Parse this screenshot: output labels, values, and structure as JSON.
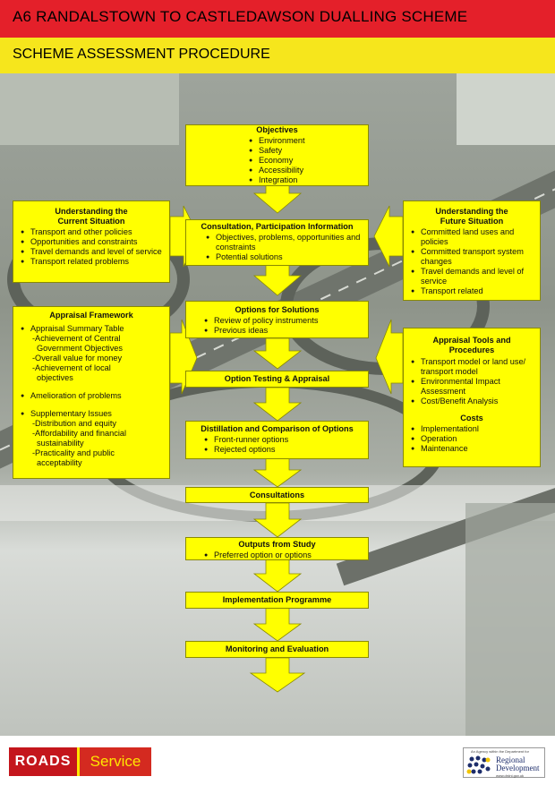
{
  "header": {
    "title": "A6 RANDALSTOWN TO CASTLEDAWSON DUALLING SCHEME",
    "subtitle": "SCHEME ASSESSMENT PROCEDURE"
  },
  "colors": {
    "title_bar": "#e4202a",
    "subtitle_bar": "#f6e61c",
    "box_fill": "#ffff00",
    "arrow_fill": "#ffff00"
  },
  "objectives": {
    "heading": "Objectives",
    "items": [
      "Environment",
      "Safety",
      "Economy",
      "Accessibility",
      "Integration"
    ]
  },
  "consultation": {
    "heading": "Consultation, Participation Information",
    "items": [
      "Objectives, problems, opportunities and constraints",
      "Potential solutions"
    ]
  },
  "current_situation": {
    "heading_1": "Understanding the",
    "heading_2": "Current Situation",
    "items": [
      "Transport and other policies",
      "Opportunities and constraints",
      "Travel demands and level of service",
      "Transport related problems"
    ]
  },
  "future_situation": {
    "heading_1": "Understanding the",
    "heading_2": "Future Situation",
    "items": [
      "Committed land uses and policies",
      "Committed transport system changes",
      "Travel demands and level of service",
      "Transport related"
    ]
  },
  "options": {
    "heading": "Options for Solutions",
    "items": [
      "Review of policy instruments",
      "Previous ideas"
    ]
  },
  "appraisal_framework": {
    "heading": "Appraisal Framework",
    "item_1": "Appraisal Summary Table",
    "sub_1": [
      "-Achievement of Central",
      "Government Objectives",
      "-Overall value for money",
      "-Achievement of local",
      "objectives"
    ],
    "item_2": "Amelioration of problems",
    "item_3": "Supplementary Issues",
    "sub_3": [
      "-Distribution and equity",
      "-Affordability and financial",
      "sustainability",
      "-Practicality and public",
      "acceptability"
    ]
  },
  "appraisal_tools": {
    "heading_1": "Appraisal Tools and",
    "heading_2": "Procedures",
    "items": [
      "Transport model or land use/ transport model",
      "Environmental Impact Assessment",
      "Cost/Benefit Analysis"
    ],
    "costs_heading": "Costs",
    "costs_items": [
      "Implementationl",
      "Operation",
      "Maintenance"
    ]
  },
  "option_testing": {
    "heading": "Option Testing & Appraisal"
  },
  "distillation": {
    "heading": "Distillation and Comparison of Options",
    "items": [
      "Front-runner options",
      "Rejected options"
    ]
  },
  "consultations": {
    "heading": "Consultations"
  },
  "outputs": {
    "heading": "Outputs from Study",
    "items": [
      "Preferred option or options"
    ]
  },
  "implementation": {
    "heading": "Implementation Programme"
  },
  "monitoring": {
    "heading": "Monitoring and Evaluation"
  },
  "footer": {
    "roads_logo_word1": "ROADS",
    "roads_logo_word2": "Service",
    "drd_tagline": "An Agency within the Department for",
    "drd_line1": "Regional",
    "drd_line2": "Development",
    "drd_url": "www.drdni.gov.uk"
  }
}
